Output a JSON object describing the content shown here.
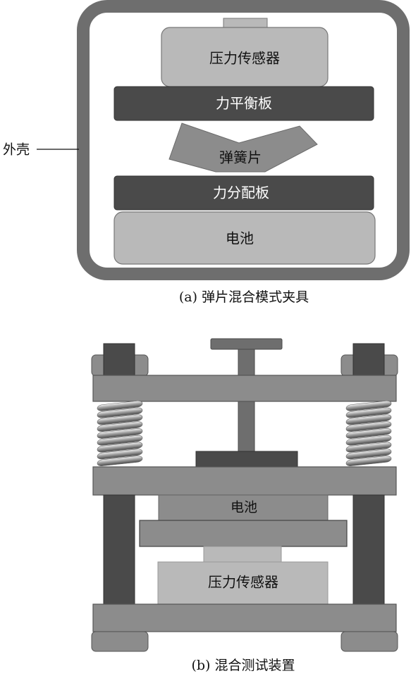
{
  "figure_a": {
    "shell_label": "外壳",
    "pressure_sensor_label": "压力传感器",
    "balance_plate_label": "力平衡板",
    "spring_sheet_label": "弹簧片",
    "distribution_plate_label": "力分配板",
    "battery_label": "电池",
    "caption": "(a) 弹片混合模式夹具"
  },
  "figure_b": {
    "battery_label": "电池",
    "pressure_sensor_label": "压力传感器",
    "caption": "(b) 混合测试装置"
  },
  "colors": {
    "light_gray": "#b9b9b9",
    "mid_gray": "#8c8c8c",
    "dark_gray": "#4a4a4a",
    "shell_gray": "#6e6e6e"
  }
}
